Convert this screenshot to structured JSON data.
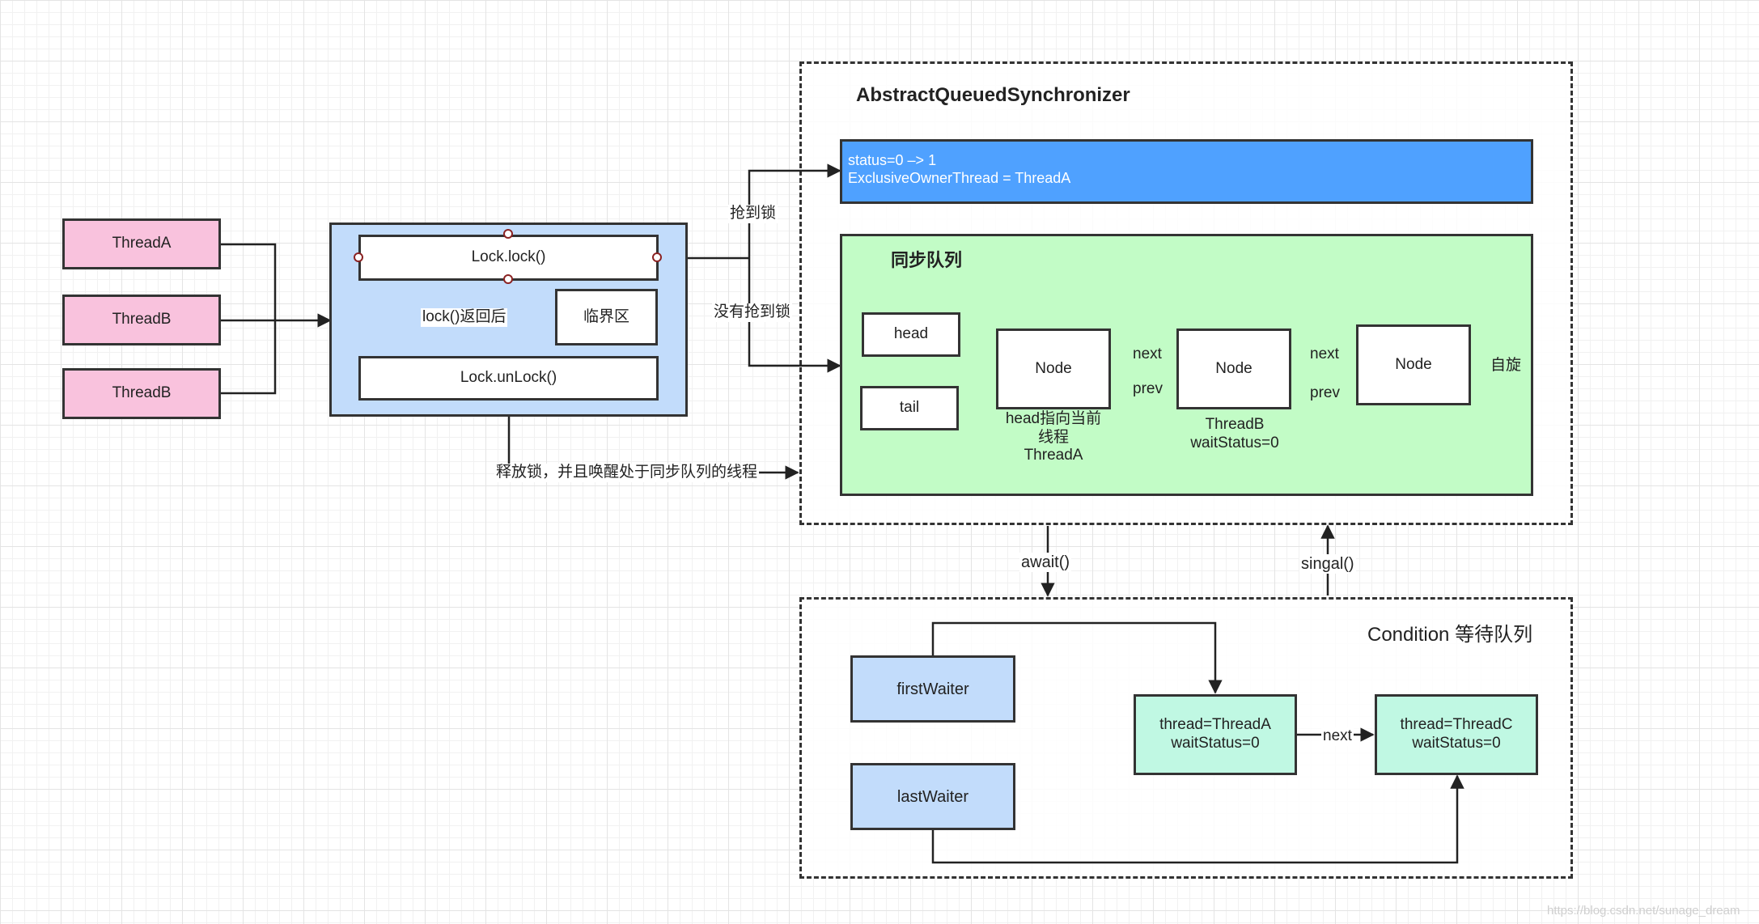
{
  "threads": [
    "ThreadA",
    "ThreadB",
    "ThreadB"
  ],
  "lock_box": {
    "lock_call": "Lock.lock()",
    "returned_label": "lock()返回后",
    "critical_section": "临界区",
    "unlock_call": "Lock.unLock()"
  },
  "edges": {
    "acquired": "抢到锁",
    "not_acquired": "没有抢到锁",
    "release": "释放锁，并且唤醒处于同步队列的线程",
    "await": "await()",
    "signal": "singal()"
  },
  "aqs": {
    "title": "AbstractQueuedSynchronizer",
    "status_line1": "status=0 –> 1",
    "status_line2": "ExclusiveOwnerThread = ThreadA",
    "sync_queue": {
      "title": "同步队列",
      "head": "head",
      "tail": "tail",
      "node": "Node",
      "next": "next",
      "prev": "prev",
      "spin": "自旋",
      "node1_caption": [
        "head指向当前",
        "线程",
        "ThreadA"
      ],
      "node2_caption": [
        "ThreadB",
        "waitStatus=0"
      ]
    }
  },
  "condition": {
    "title": "Condition 等待队列",
    "first_waiter": "firstWaiter",
    "last_waiter": "lastWaiter",
    "node_a": [
      "thread=ThreadA",
      "waitStatus=0"
    ],
    "node_c": [
      "thread=ThreadC",
      "waitStatus=0"
    ],
    "next": "next"
  },
  "watermark": "https://blog.csdn.net/sunage_dream"
}
